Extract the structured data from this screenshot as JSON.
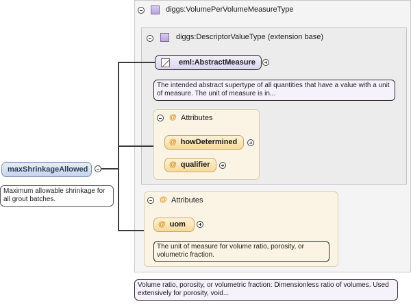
{
  "root_element": {
    "name": "maxShrinkageAllowed",
    "annotation": "Maximum allowable shrinkage for all grout batches."
  },
  "complex_type": {
    "name": "diggs:VolumePerVolumeMeasureType",
    "annotation": "Volume ratio, porosity, or volumetric fraction: Dimensionless ratio of volumes. Used extensively for porosity, void..."
  },
  "base_type": {
    "name": "diggs:DescriptorValueType (extension base)"
  },
  "abstract_measure": {
    "name": "eml:AbstractMeasure",
    "annotation": "The intended abstract supertype of all quantities that have a value with a unit of measure. The unit of measure is in..."
  },
  "base_attributes": {
    "title": "Attributes",
    "symbol": "@",
    "items": [
      {
        "name": "howDetermined"
      },
      {
        "name": "qualifier"
      }
    ]
  },
  "type_attributes": {
    "title": "Attributes",
    "symbol": "@",
    "items": [
      {
        "name": "uom",
        "annotation": "The unit of measure for volume ratio, porosity, or volumetric fraction."
      }
    ]
  }
}
